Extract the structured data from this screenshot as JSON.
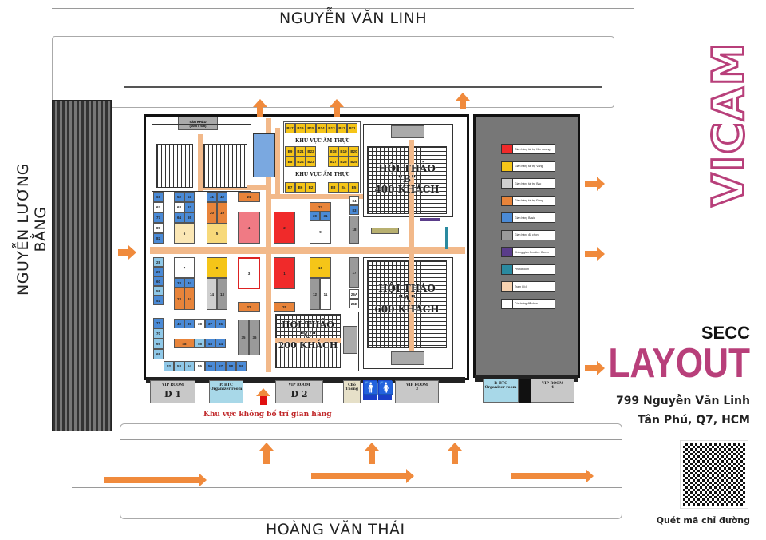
{
  "streets": {
    "top": "NGUYỄN VĂN LINH",
    "bottom": "HOÀNG VĂN THÁI",
    "left": "NGUYỄN LƯƠNG BẰNG"
  },
  "brand": {
    "logo": "VICAM",
    "venue": "SECC",
    "title": "LAYOUT",
    "address_line1": "799 Nguyễn Văn Linh",
    "address_line2": "Tân Phú, Q7, HCM",
    "qr_caption": "Quét mã chỉ đường",
    "brand_color": "#b83f7a"
  },
  "stage": {
    "label": "SÂN KHẤU",
    "sub": "(10m x 6m)"
  },
  "food_zone": {
    "title1": "KHU VỰC ẨM THỰC",
    "title2": "KHU VỰC ẨM THỰC"
  },
  "seminars": {
    "b": {
      "line1": "HỘI THẢO",
      "line2": "\"B\"",
      "line3": "400 KHÁCH"
    },
    "a": {
      "line1": "HỘI THẢO",
      "line2": "\"A\"",
      "line3": "600 KHÁCH"
    },
    "c": {
      "line1": "HỘI THẢO",
      "line2": "\"C\"",
      "line3": "200 KHÁCH"
    }
  },
  "rooms": {
    "d1": {
      "top": "VIP ROOM",
      "name": "D 1"
    },
    "btc1": {
      "top": "P. BTC",
      "name": "Organizer room"
    },
    "d2": {
      "top": "VIP ROOM",
      "name": "D 2"
    },
    "cho": {
      "top": "Chỗ",
      "name": "Thông"
    },
    "vip3": {
      "top": "VIP ROOM",
      "name": "3"
    },
    "btc2": {
      "top": "P. BTC",
      "name": "Organizer room"
    },
    "vip4": {
      "top": "VIP ROOM",
      "name": "4"
    }
  },
  "no_booth_zone": "Khu vực không bố trí gian hàng",
  "legend": [
    {
      "label": "Gian hàng tài trợ Kim cương",
      "color": "#f02a2a"
    },
    {
      "label": "Gian hàng tài trợ Vàng",
      "color": "#f5c518"
    },
    {
      "label": "Gian hàng tài trợ Bạc",
      "color": "#cfcfcf"
    },
    {
      "label": "Gian hàng tài trợ Đồng",
      "color": "#e8843a"
    },
    {
      "label": "Gian hàng Basic",
      "color": "#4a8ad6"
    },
    {
      "label": "Gian hàng đã chọn",
      "color": "#9a9a9a"
    },
    {
      "label": "Không gian Creative Corner",
      "color": "#5a3d8a"
    },
    {
      "label": "Photobooth",
      "color": "#2a8aa0"
    },
    {
      "label": "Trạm lối đi",
      "color": "#f7d2b0"
    },
    {
      "label": "Còn trống để chọn",
      "color": "#ffffff"
    }
  ],
  "booths": [
    {
      "id": "66",
      "type": "basic"
    },
    {
      "id": "67",
      "type": "empty"
    },
    {
      "id": "77",
      "type": "basic"
    },
    {
      "id": "89",
      "type": "empty"
    },
    {
      "id": "82",
      "type": "basic"
    },
    {
      "id": "52",
      "type": "basic"
    },
    {
      "id": "53",
      "type": "basic"
    },
    {
      "id": "63",
      "type": "empty"
    },
    {
      "id": "62",
      "type": "basic"
    },
    {
      "id": "64",
      "type": "basic"
    },
    {
      "id": "65",
      "type": "basic"
    },
    {
      "id": "6",
      "type": "cream"
    },
    {
      "id": "41",
      "type": "basic"
    },
    {
      "id": "42",
      "type": "basic"
    },
    {
      "id": "20",
      "type": "bronze"
    },
    {
      "id": "19",
      "type": "bronze"
    },
    {
      "id": "5",
      "type": "goldlight"
    },
    {
      "id": "21",
      "type": "bronze"
    },
    {
      "id": "4",
      "type": "pink"
    },
    {
      "id": "2",
      "type": "diamond"
    },
    {
      "id": "27",
      "type": "bronze"
    },
    {
      "id": "30",
      "type": "basic"
    },
    {
      "id": "31",
      "type": "basic"
    },
    {
      "id": "9",
      "type": "empty"
    },
    {
      "id": "84",
      "type": "empty"
    },
    {
      "id": "83",
      "type": "basic"
    },
    {
      "id": "18",
      "type": "selected"
    },
    {
      "id": "28",
      "type": "lightblue"
    },
    {
      "id": "29",
      "type": "basic"
    },
    {
      "id": "60",
      "type": "basic"
    },
    {
      "id": "58",
      "type": "lightblue"
    },
    {
      "id": "51",
      "type": "basic"
    },
    {
      "id": "71",
      "type": "basic"
    },
    {
      "id": "70",
      "type": "lightblue"
    },
    {
      "id": "69",
      "type": "lightblue"
    },
    {
      "id": "68",
      "type": "lightblue"
    },
    {
      "id": "52",
      "type": "lightblue"
    },
    {
      "id": "53",
      "type": "lightblue"
    },
    {
      "id": "54",
      "type": "lightblue"
    },
    {
      "id": "55",
      "type": "empty"
    },
    {
      "id": "56",
      "type": "basic"
    },
    {
      "id": "57",
      "type": "basic"
    },
    {
      "id": "58",
      "type": "basic"
    },
    {
      "id": "59",
      "type": "basic"
    },
    {
      "id": "7",
      "type": "empty"
    },
    {
      "id": "33",
      "type": "basic"
    },
    {
      "id": "34",
      "type": "basic"
    },
    {
      "id": "23",
      "type": "bronze"
    },
    {
      "id": "24",
      "type": "bronze"
    },
    {
      "id": "8",
      "type": "gold"
    },
    {
      "id": "14",
      "type": "silver"
    },
    {
      "id": "13",
      "type": "selected"
    },
    {
      "id": "3",
      "type": "redborder"
    },
    {
      "id": "1",
      "type": "diamond"
    },
    {
      "id": "10",
      "type": "gold"
    },
    {
      "id": "12",
      "type": "selected"
    },
    {
      "id": "11",
      "type": "empty"
    },
    {
      "id": "17",
      "type": "selected"
    },
    {
      "id": "26A",
      "type": "empty"
    },
    {
      "id": "26B",
      "type": "empty"
    },
    {
      "id": "22",
      "type": "bronze"
    },
    {
      "id": "25",
      "type": "bronze"
    },
    {
      "id": "40",
      "type": "basic"
    },
    {
      "id": "39",
      "type": "basic"
    },
    {
      "id": "38",
      "type": "empty"
    },
    {
      "id": "37",
      "type": "basic"
    },
    {
      "id": "36",
      "type": "basic"
    },
    {
      "id": "48",
      "type": "bronze"
    },
    {
      "id": "46",
      "type": "lightblue"
    },
    {
      "id": "45",
      "type": "basic"
    },
    {
      "id": "44",
      "type": "basic"
    },
    {
      "id": "35",
      "type": "selected"
    },
    {
      "id": "36",
      "type": "selected"
    },
    {
      "id": "B17",
      "type": "gold"
    },
    {
      "id": "B16",
      "type": "gold"
    },
    {
      "id": "B15",
      "type": "gold"
    },
    {
      "id": "B14",
      "type": "gold"
    },
    {
      "id": "B13",
      "type": "gold"
    },
    {
      "id": "B12",
      "type": "gold"
    },
    {
      "id": "B11",
      "type": "gold"
    },
    {
      "id": "B9",
      "type": "gold"
    },
    {
      "id": "B21",
      "type": "gold"
    },
    {
      "id": "B22",
      "type": "gold"
    },
    {
      "id": "B18",
      "type": "gold"
    },
    {
      "id": "B19",
      "type": "gold"
    },
    {
      "id": "B20",
      "type": "gold"
    },
    {
      "id": "B8",
      "type": "gold"
    },
    {
      "id": "B24",
      "type": "gold"
    },
    {
      "id": "B23",
      "type": "gold"
    },
    {
      "id": "B27",
      "type": "gold"
    },
    {
      "id": "B26",
      "type": "gold"
    },
    {
      "id": "B25",
      "type": "gold"
    },
    {
      "id": "B7",
      "type": "gold"
    },
    {
      "id": "B6",
      "type": "gold"
    },
    {
      "id": "B2",
      "type": "gold"
    },
    {
      "id": "B3",
      "type": "gold"
    },
    {
      "id": "B4",
      "type": "gold"
    },
    {
      "id": "B5",
      "type": "gold"
    }
  ]
}
